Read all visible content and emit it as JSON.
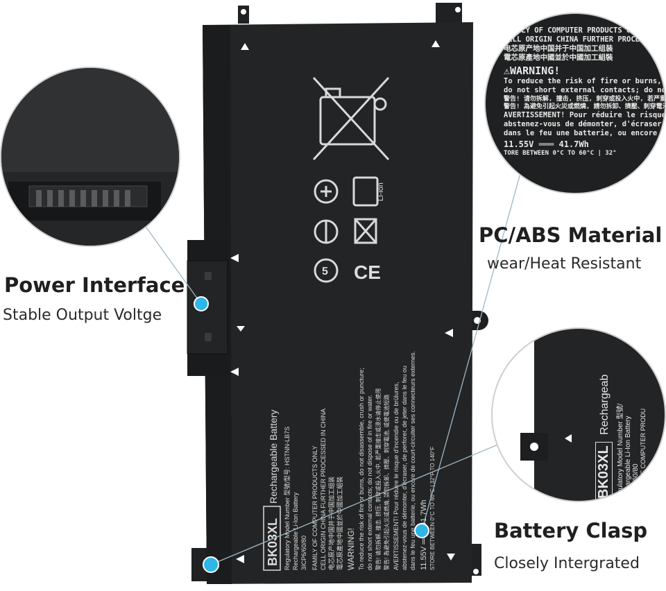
{
  "callouts": {
    "power": {
      "title": "Power Interface",
      "subtitle": "Stable Output Voltge"
    },
    "material": {
      "title": "PC/ABS Material",
      "subtitle": "wear/Heat Resistant"
    },
    "clasp": {
      "title": "Battery Clasp",
      "subtitle": "Closely Intergrated"
    }
  },
  "label": {
    "model": "BK03XL",
    "rechargeable": "Rechargeable Battery",
    "regulatory": "Regulatory Model Number 型號/型号: HSTNN-LB7S",
    "type": "Rechargeable Li-Ion Battery",
    "cells": "3ICP6/60/80",
    "family": "FAMILY OF COMPUTER PRODUCTS ONLY",
    "origin": "CELL ORIGIN CHINA FURTHER PROCESSED IN CHINA",
    "cn1": "电芯原产地中国并于中国加工组装",
    "cn2": "電芯原產地中國並於中國加工組裝",
    "warning": "WARNING!",
    "warn1": "To reduce the risk of fire or burns, do not disassemble, crush or puncture;",
    "warn2": "do not short external contacts; do not dispose of in fire or water.",
    "warn3": "警告! 请勿拆解, 撞击, 挤压, 刺穿或投入火中, 若严重撞击或浸水请停止使用",
    "warn4": "警告! 為避免引起火災或燃燒, 請勿拆卸、擠壓、刺穿電池, 或使電池短路",
    "avert": "AVERTISSEMENT! Pour réduire le risque d'incendie ou de brûlures,",
    "avert2": "abstenez-vous de démonter, d'écraser, de perforer, de jeter dans le feu ou",
    "avert3": "dans le feu une batterie, ou encore de court-circuiter ses connecteurs externes.",
    "rating": "11.55V ═══ 41.7Wh",
    "store": "STORE BETWEEN 0°C TO 60°C | 32°F TO 140°F",
    "liion": "Li-ion",
    "ce": "CE",
    "recycle_num": "5"
  },
  "zoom_material": {
    "lines": [
      "FAMILY OF COMPUTER PRODUCTS ONLY",
      "CELL ORIGIN CHINA FURTHER PROCES",
      "电芯原产地中国并于中国加工组装",
      "電芯原產地中國並於中國加工組裝",
      "⚠WARNING!",
      "To reduce the risk of fire or burns, do not disass",
      "do not short external contacts; do not dispose o",
      "警告! 请勿拆解, 撞击, 挤压, 刺穿或投入火中, 若严重撞击或浸水",
      "警告! 為避免引起火災或燃燒, 請勿拆卸、擠壓、刺穿電池, 或使電",
      "AVERTISSEMENT! Pour réduire le risque d'incend",
      "abstenez-vous de démonter, d'écraser, de perfor",
      "dans le feu une batterie, ou encore de court-circ",
      "11.55V ═══ 41.7Wh",
      "TORE BETWEEN 0°C TO 60°C | 32°"
    ]
  },
  "zoom_clasp": {
    "model": "BK03XL",
    "rechargeable": "Rechargeab",
    "lines": [
      "Regulatory Model Number 型號/",
      "Rechargeable Li-Ion Battery",
      "3ICP6/60/80",
      "FAMILY OF COMPUTER PRODU"
    ]
  },
  "colors": {
    "battery": "#222324",
    "accent_dot": "#2fb6e8",
    "text_light": "#e6e6e6"
  }
}
